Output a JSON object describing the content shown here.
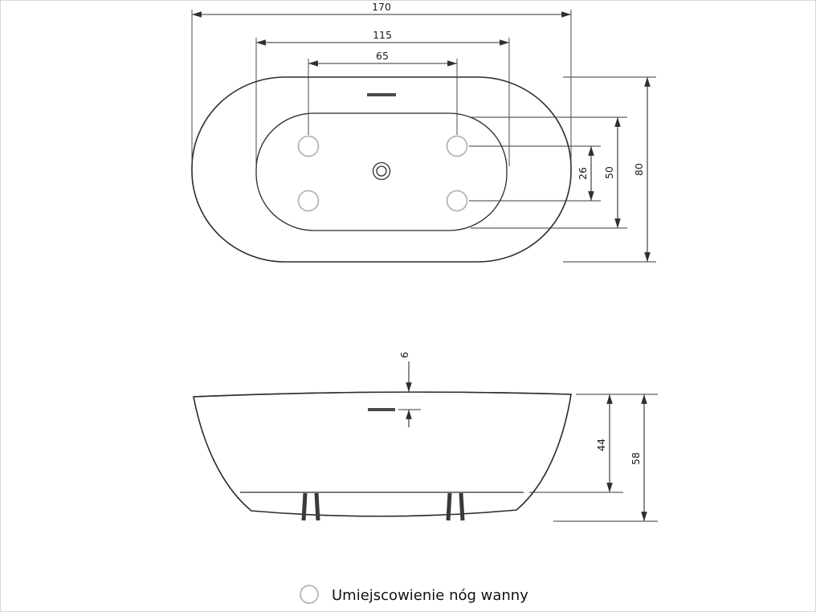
{
  "legend": {
    "label": "Umiejscowienie nóg wanny"
  },
  "top_view": {
    "dim_length_overall": "170",
    "dim_length_feet_outer": "115",
    "dim_length_feet": "65",
    "dim_width_overall": "80",
    "dim_width_inner": "50",
    "dim_width_feet": "26"
  },
  "side_view": {
    "dim_overflow_drop": "6",
    "dim_rim_to_base": "44",
    "dim_height_overall": "58"
  },
  "colors": {
    "line": "#2f2f2f",
    "foot_outline": "#b5b5b5",
    "background": "#ffffff"
  }
}
